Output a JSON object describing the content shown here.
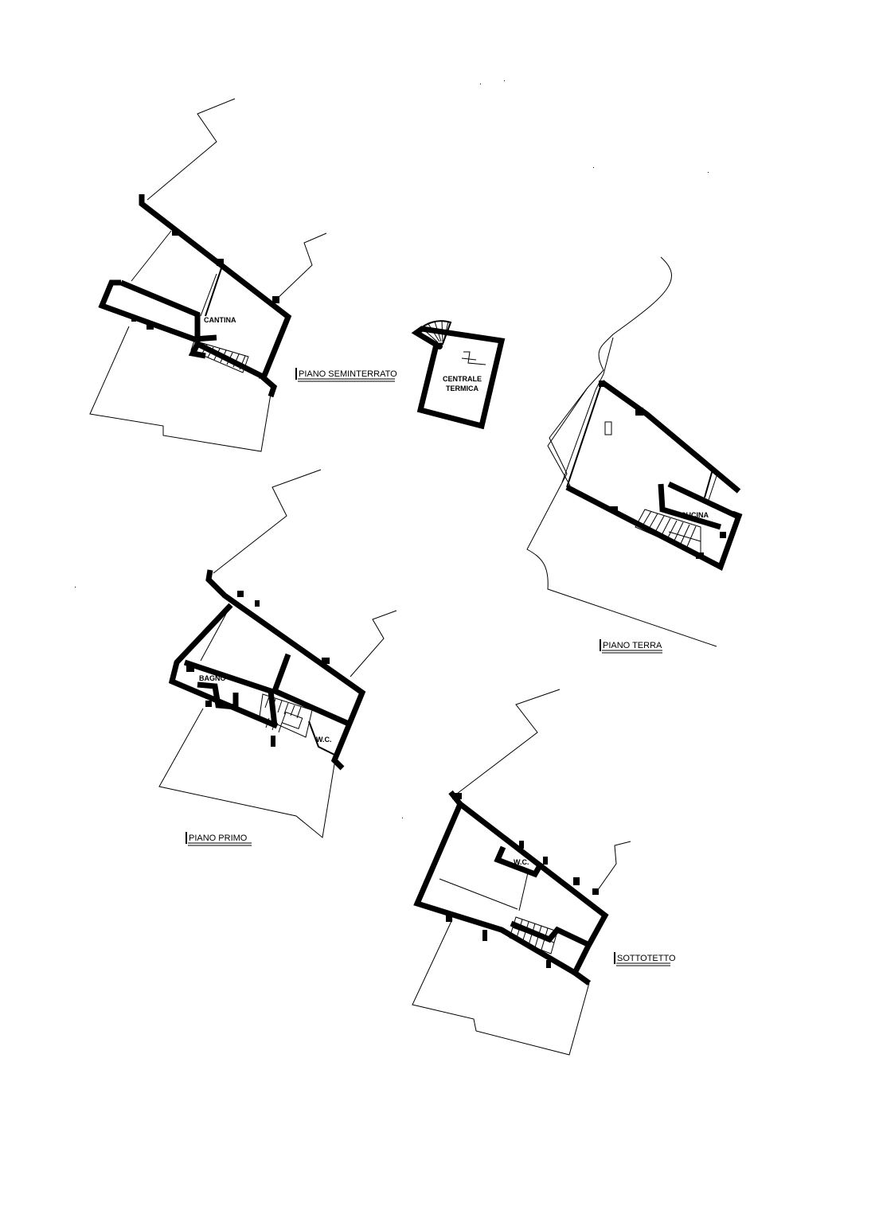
{
  "floors": {
    "seminterrato": {
      "title": "PIANO SEMINTERRATO",
      "rooms": {
        "cantina": "CANTINA"
      }
    },
    "centrale": {
      "line1": "CENTRALE",
      "line2": "TERMICA"
    },
    "terra": {
      "title": "PIANO  TERRA",
      "rooms": {
        "cucina": "CUCINA"
      }
    },
    "primo": {
      "title": "PIANO  PRIMO",
      "rooms": {
        "bagno": "BAGNO",
        "wc": "W.C."
      }
    },
    "sottotetto": {
      "title": "SOTTOTETTO",
      "rooms": {
        "wc": "W.C."
      }
    }
  }
}
